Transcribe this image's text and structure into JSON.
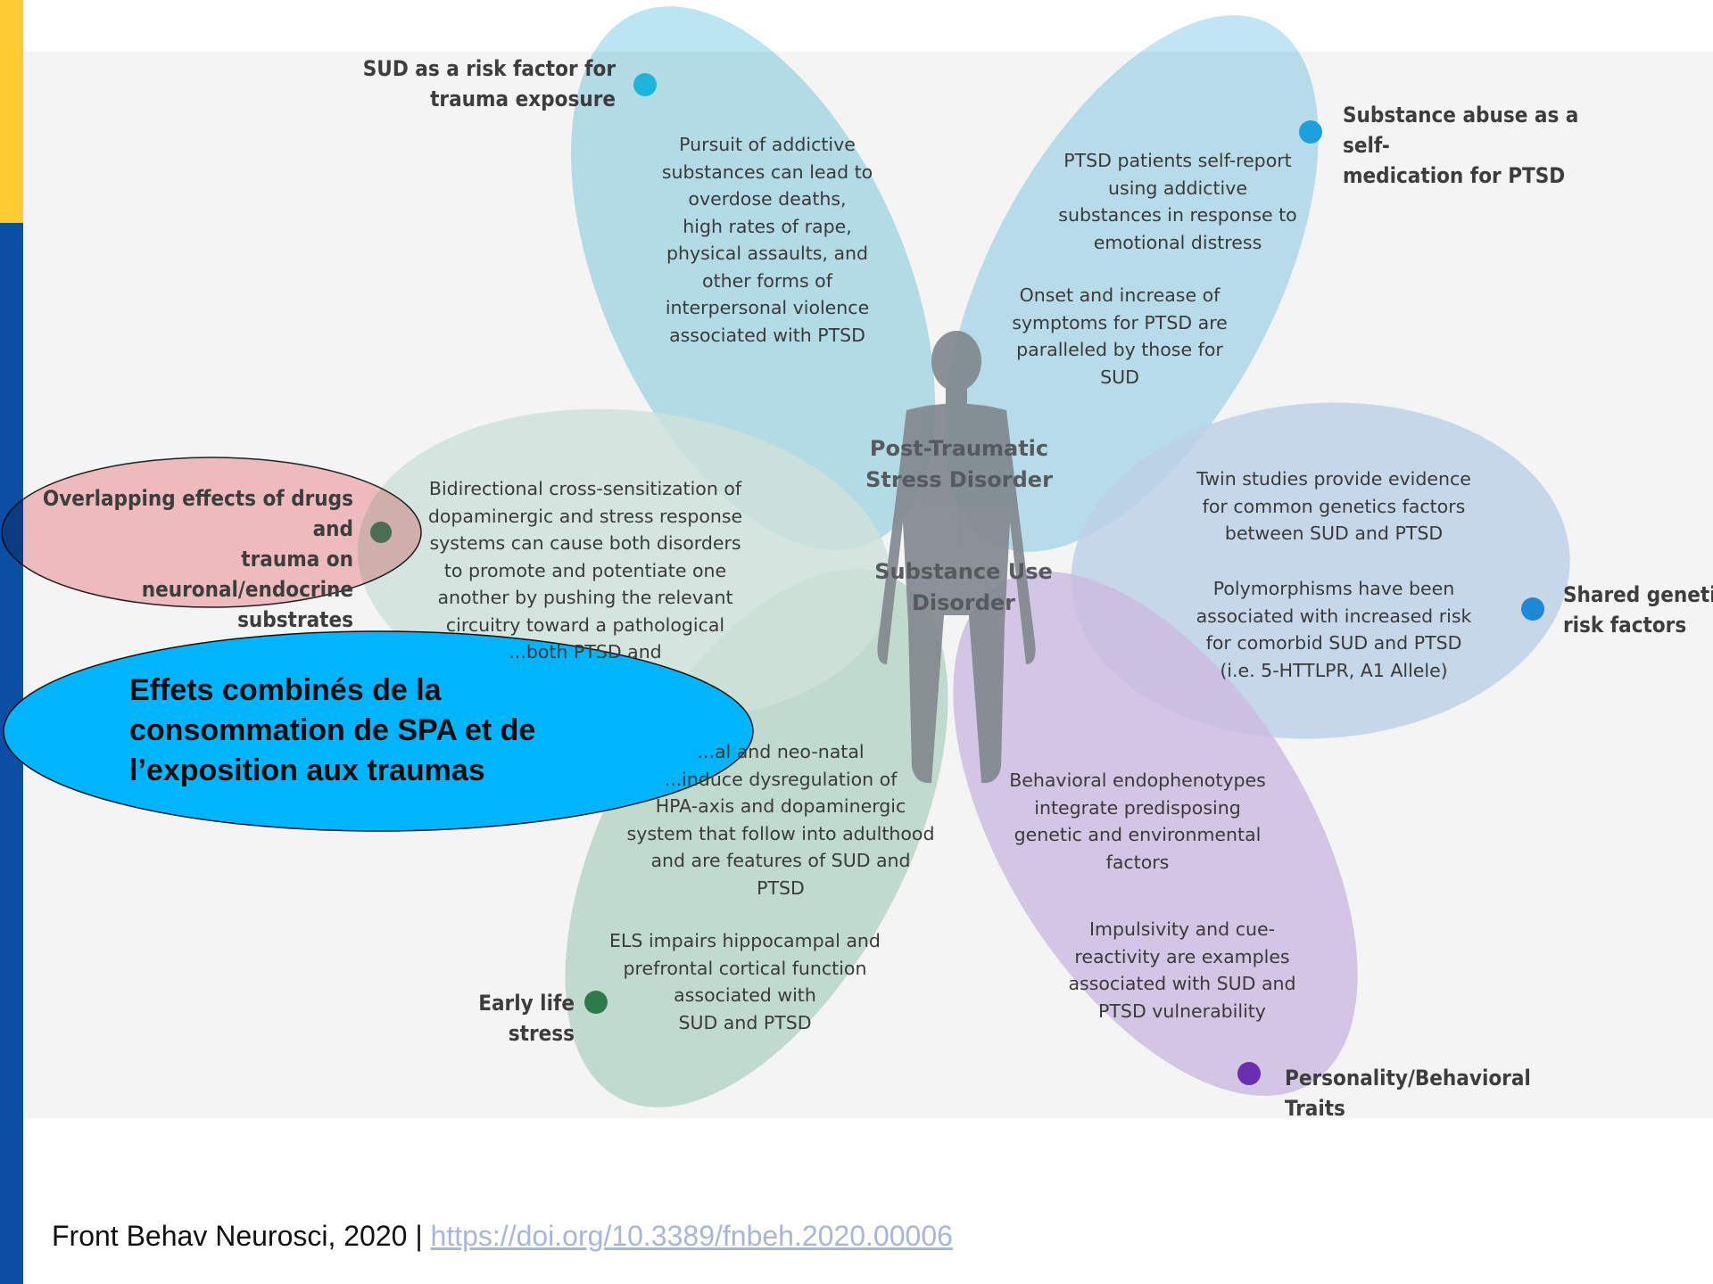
{
  "colors": {
    "petal_top_left": "#aee0ee",
    "petal_top_right": "#b6e0f2",
    "petal_right": "#c7dcf2",
    "petal_bottom_right": "#d7c5ec",
    "petal_bottom_left": "#c0e0d0",
    "petal_left": "#d8ece4",
    "dot_cyan": "#1fb5d8",
    "dot_blue": "#1e88d6",
    "dot_green": "#4e8e6b",
    "dot_darkgreen": "#2f7a48",
    "dot_purple": "#6a2fb0",
    "callout_blue": "#00b4ff",
    "callout_pink": "#f8c4c6",
    "bar_yellow": "#ffcc33",
    "bar_blue": "#0a4fa3"
  },
  "center": {
    "ptsd": "Post-Traumatic\nStress Disorder",
    "sud": "Substance Use\nDisorder"
  },
  "labels": {
    "sud_risk": "SUD as a risk factor for\ntrauma exposure",
    "self_medication": "Substance abuse as a self-\nmedication for PTSD",
    "overlapping": "Overlapping effects of drugs and\ntrauma on neuronal/endocrine\nsubstrates",
    "shared_genetic": "Shared genetic\nrisk factors",
    "early_life": "Early life stress",
    "personality": "Personality/Behavioral\nTraits"
  },
  "petal_text": {
    "top_left": "Pursuit of addictive\nsubstances can lead to\noverdose deaths,\nhigh rates of rape,\nphysical assaults, and\nother forms of\ninterpersonal violence\nassociated with PTSD",
    "top_right_1": "PTSD patients self-report\nusing addictive\nsubstances in response to\nemotional distress",
    "top_right_2": "Onset and increase of\nsymptoms for PTSD are\nparalleled by those for\nSUD",
    "left": "Bidirectional cross-sensitization of\ndopaminergic and stress response\nsystems can cause both disorders\nto promote and potentiate one\nanother by pushing the relevant\ncircuitry toward a pathological\n...both PTSD and",
    "right_1": "Twin studies provide evidence\nfor common genetics factors\nbetween SUD and PTSD",
    "right_2": "Polymorphisms have been\nassociated with increased risk\nfor comorbid SUD and PTSD\n(i.e. 5-HTTLPR, A1 Allele)",
    "bottom_left_1": "...al and neo-natal\n...induce dysregulation of\nHPA-axis and dopaminergic\nsystem that follow into adulthood\nand are features of SUD and\nPTSD",
    "bottom_left_2": "ELS impairs hippocampal and\nprefrontal cortical function\nassociated with\nSUD and PTSD",
    "bottom_right_1": "Behavioral endophenotypes\nintegrate predisposing\ngenetic and environmental\nfactors",
    "bottom_right_2": "Impulsivity and cue-\nreactivity are examples\nassociated with SUD and\nPTSD vulnerability"
  },
  "callout": "Effets combinés de la\nconsommation de SPA et de\nl’exposition aux traumas",
  "citation": {
    "source": "Front Behav Neurosci, 2020 | ",
    "link": "https://doi.org/10.3389/fnbeh.2020.00006"
  }
}
